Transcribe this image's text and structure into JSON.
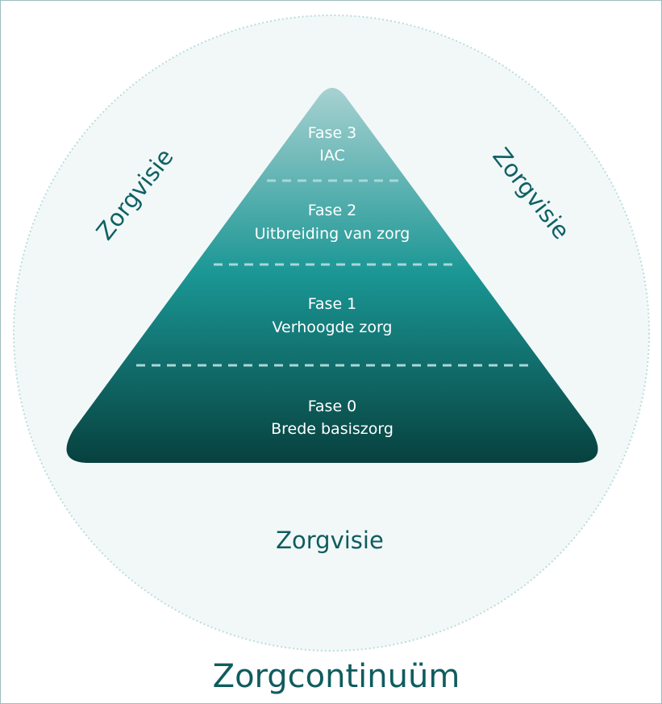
{
  "title": "Zorgcontinuüm",
  "outer_label": "Zorgvisie",
  "left_label": "Zorgvisie",
  "right_label": "Zorgvisie",
  "phases": [
    {
      "name": "Fase 3",
      "description": "IAC"
    },
    {
      "name": "Fase 2",
      "description": "Uitbreiding van zorg"
    },
    {
      "name": "Fase 1",
      "description": "Verhoogde zorg"
    },
    {
      "name": "Fase 0",
      "description": "Brede basiszorg"
    }
  ],
  "colors": {
    "circle_fill": "#f2f8f8",
    "circle_stroke": "#bcdcdc",
    "pyramid_top": "#a9d2d2",
    "pyramid_middle": "#1a9694",
    "pyramid_bottom": "#07403e",
    "divider": "#a8d8d8",
    "label_text": "#0f6164",
    "frame_border": "#9cbcc0"
  }
}
